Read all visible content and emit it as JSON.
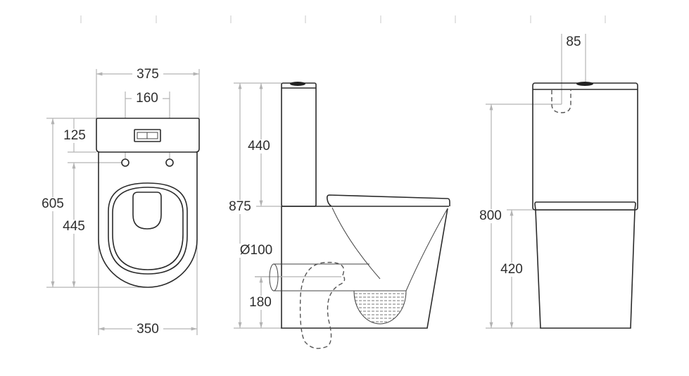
{
  "colors": {
    "outline": "#2b2b2b",
    "dimension": "#b3b3b3",
    "text": "#2e2e2e"
  },
  "top_view": {
    "overall_width": "375",
    "bolt_spacing": "160",
    "tank_depth": "125",
    "overall_length": "605",
    "bolt_to_front": "445",
    "bowl_width": "350"
  },
  "side_view": {
    "tank_height": "440",
    "overall_height": "875",
    "outlet_diameter": "Ø100",
    "outlet_height": "180"
  },
  "front_view": {
    "inlet_offset": "85",
    "inlet_height": "800",
    "seat_height": "420"
  }
}
